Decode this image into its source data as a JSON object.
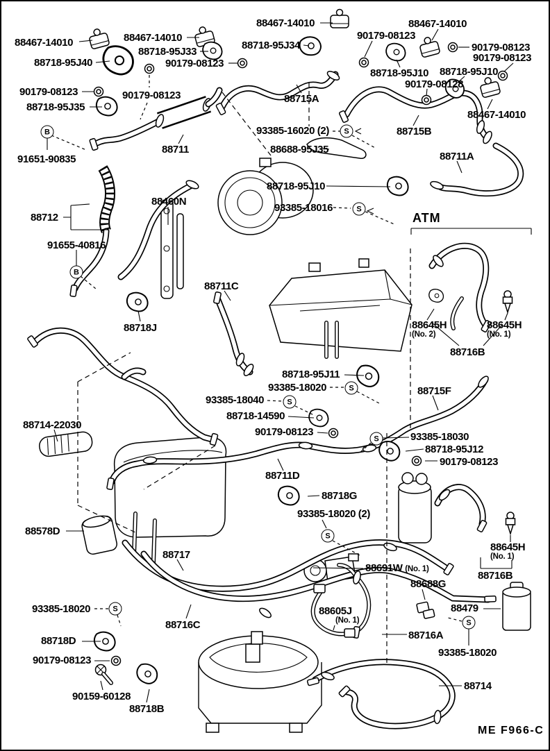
{
  "page": {
    "footer_code": "ME  F966-C",
    "atm_group": "ATM"
  },
  "symbols": {
    "s": "S",
    "b": "B"
  },
  "labels": [
    {
      "text": "88467-14010"
    },
    {
      "text": "88718-95J40"
    },
    {
      "text": "90179-08123"
    },
    {
      "text": "88718-95J35"
    },
    {
      "text": "91651-90835"
    },
    {
      "text": "88711"
    },
    {
      "text": "88467-14010"
    },
    {
      "text": "88718-95J33"
    },
    {
      "text": "90179-08123"
    },
    {
      "text": "88467-14010"
    },
    {
      "text": "88718-95J34"
    },
    {
      "text": "90179-08123"
    },
    {
      "text": "90179-08123"
    },
    {
      "text": "88715A"
    },
    {
      "text": "88467-14010"
    },
    {
      "text": "90179-08123"
    },
    {
      "text": "90179-08123"
    },
    {
      "text": "88718-95J10"
    },
    {
      "text": "88718-95J10"
    },
    {
      "text": "90179-08128"
    },
    {
      "text": "88467-14010"
    },
    {
      "text": "88715B"
    },
    {
      "text": "93385-16020 (2)"
    },
    {
      "text": "88688-95J35"
    },
    {
      "text": "88711A"
    },
    {
      "text": "88718-95J10"
    },
    {
      "text": "93385-18016"
    },
    {
      "text": "88712"
    },
    {
      "text": "88460N"
    },
    {
      "text": "91655-40816"
    },
    {
      "text": "88718J"
    },
    {
      "text": "88711C"
    },
    {
      "text": "ATM"
    },
    {
      "text": "88645H",
      "sub": "(No. 2)"
    },
    {
      "text": "88645H",
      "sub": "(No. 1)"
    },
    {
      "text": "88716B"
    },
    {
      "text": "88718-95J11"
    },
    {
      "text": "93385-18020"
    },
    {
      "text": "93385-18040"
    },
    {
      "text": "88718-14590"
    },
    {
      "text": "90179-08123"
    },
    {
      "text": "88715F"
    },
    {
      "text": "93385-18030"
    },
    {
      "text": "88718-95J12"
    },
    {
      "text": "90179-08123"
    },
    {
      "text": "88714-22030"
    },
    {
      "text": "88711D"
    },
    {
      "text": "88718G"
    },
    {
      "text": "93385-18020 (2)"
    },
    {
      "text": "88578D"
    },
    {
      "text": "88717"
    },
    {
      "text": "88716C"
    },
    {
      "text": "93385-18020"
    },
    {
      "text": "88718D"
    },
    {
      "text": "90179-08123"
    },
    {
      "text": "90159-60128"
    },
    {
      "text": "88718B"
    },
    {
      "text": "88691W",
      "sub": "(No. 1)"
    },
    {
      "text": "88688G"
    },
    {
      "text": "88605J",
      "sub": "(No. 1)"
    },
    {
      "text": "88479"
    },
    {
      "text": "88716A"
    },
    {
      "text": "93385-18020"
    },
    {
      "text": "88714"
    },
    {
      "text": "88645H",
      "sub": "(No. 1)"
    },
    {
      "text": "88716B"
    },
    {
      "text": "ME  F966-C"
    }
  ]
}
